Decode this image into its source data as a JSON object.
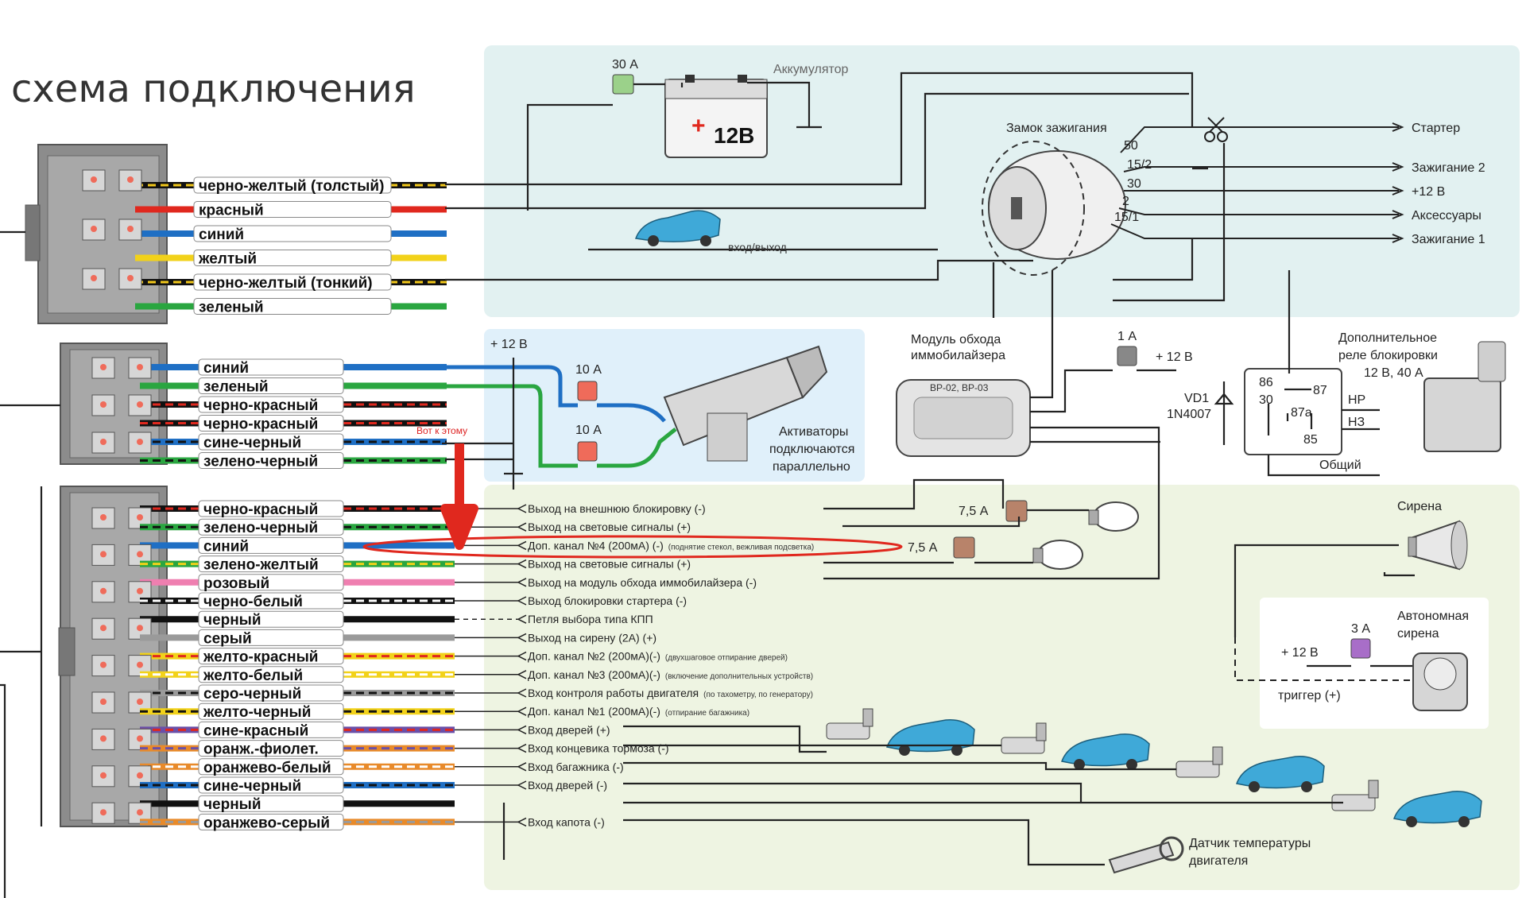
{
  "title": "схема подключения",
  "colors": {
    "panel_blue": "#e2f1f1",
    "panel_blue_light": "#e0f0fa",
    "panel_green": "#eef4e2",
    "alert_red": "#e0281e"
  },
  "connector1_wires": [
    {
      "label": "черно-желтый (толстый)",
      "colors": [
        "#111111",
        "#f2c81a"
      ]
    },
    {
      "label": "красный",
      "colors": [
        "#e0281e"
      ]
    },
    {
      "label": "синий",
      "colors": [
        "#1f6fc4"
      ]
    },
    {
      "label": "желтый",
      "colors": [
        "#f2d21a"
      ]
    },
    {
      "label": "черно-желтый (тонкий)",
      "colors": [
        "#111111",
        "#f2c81a"
      ]
    },
    {
      "label": "зеленый",
      "colors": [
        "#2aa640"
      ]
    }
  ],
  "connector2_wires": [
    {
      "label": "синий",
      "colors": [
        "#1f6fc4"
      ]
    },
    {
      "label": "зеленый",
      "colors": [
        "#2aa640"
      ]
    },
    {
      "label": "черно-красный",
      "colors": [
        "#111111",
        "#e0281e"
      ]
    },
    {
      "label": "черно-красный",
      "colors": [
        "#111111",
        "#e0281e"
      ]
    },
    {
      "label": "сине-черный",
      "colors": [
        "#1f6fc4",
        "#111111"
      ]
    },
    {
      "label": "зелено-черный",
      "colors": [
        "#2aa640",
        "#111111"
      ]
    }
  ],
  "connector3_wires": [
    {
      "label": "черно-красный",
      "colors": [
        "#111111",
        "#e0281e"
      ],
      "desc": "Выход на  внешнюю блокировку (-)",
      "note": ""
    },
    {
      "label": "зелено-черный",
      "colors": [
        "#2aa640",
        "#111111"
      ],
      "desc": "Выход на световые сигналы (+)",
      "note": ""
    },
    {
      "label": "синий",
      "colors": [
        "#1f6fc4"
      ],
      "desc": "Доп. канал №4 (200мА) (-)",
      "note": "(поднятие стекол, вежливая подсветка)"
    },
    {
      "label": "зелено-желтый",
      "colors": [
        "#2aa640",
        "#f2d21a"
      ],
      "desc": "Выход на световые сигналы (+)",
      "note": ""
    },
    {
      "label": "розовый",
      "colors": [
        "#ef7fb0"
      ],
      "desc": "Выход на модуль обхода иммобилайзера (-)",
      "note": ""
    },
    {
      "label": "черно-белый",
      "colors": [
        "#111111",
        "#ffffff"
      ],
      "desc": "Выход блокировки стартера (-)",
      "note": ""
    },
    {
      "label": "черный",
      "colors": [
        "#111111"
      ],
      "desc": "Петля выбора типа КПП",
      "note": ""
    },
    {
      "label": "серый",
      "colors": [
        "#9a9a9a"
      ],
      "desc": "Выход на сирену (2А) (+)",
      "note": ""
    },
    {
      "label": "желто-красный",
      "colors": [
        "#f2d21a",
        "#e0281e"
      ],
      "desc": "Доп. канал №2 (200мА)(-)",
      "note": "(двухшаговое отпирание дверей)"
    },
    {
      "label": "желто-белый",
      "colors": [
        "#f2d21a",
        "#ffffff"
      ],
      "desc": "Доп. канал №3 (200мА)(-)",
      "note": "(включение дополнительных устройств)"
    },
    {
      "label": "серо-черный",
      "colors": [
        "#9a9a9a",
        "#111111"
      ],
      "desc": "Вход контроля работы двигателя",
      "note": "(по тахометру, по генератору)"
    },
    {
      "label": "желто-черный",
      "colors": [
        "#f2d21a",
        "#111111"
      ],
      "desc": "Доп. канал №1 (200мА)(-)",
      "note": "(отпирание багажника)"
    },
    {
      "label": "сине-красный",
      "colors": [
        "#6a4fa8",
        "#e0281e"
      ],
      "desc": "Вход дверей (+)",
      "note": ""
    },
    {
      "label": "оранж.-фиолет.",
      "colors": [
        "#e88a2a",
        "#6a4fa8"
      ],
      "desc": "Вход концевика тормоза (-)",
      "note": ""
    },
    {
      "label": "оранжево-белый",
      "colors": [
        "#e88a2a",
        "#ffffff"
      ],
      "desc": "Вход багажника (-)",
      "note": ""
    },
    {
      "label": "сине-черный",
      "colors": [
        "#1f6fc4",
        "#111111"
      ],
      "desc": "Вход дверей (-)",
      "note": ""
    },
    {
      "label": "черный",
      "colors": [
        "#111111"
      ],
      "desc": "",
      "note": ""
    },
    {
      "label": "оранжево-серый",
      "colors": [
        "#e88a2a",
        "#9a9a9a"
      ],
      "desc": "Вход капота (-)",
      "note": ""
    }
  ],
  "ignition_outputs": [
    {
      "pin": "50",
      "label": "Стартер"
    },
    {
      "pin": "15/2",
      "label": "Зажигание 2"
    },
    {
      "pin": "30",
      "label": "+12 В"
    },
    {
      "pin": "2",
      "label": "Аксессуары"
    },
    {
      "pin": "15/1",
      "label": "Зажигание 1"
    }
  ],
  "labels": {
    "battery": "Аккумулятор",
    "battery_voltage": "12В",
    "battery_plus": "+",
    "fuse_30": "30 А",
    "ignition_lock": "Замок зажигания",
    "in_out": "вход/выход",
    "plus12": "+ 12 В",
    "fuse_10a": "10 А",
    "fuse_10b": "10 А",
    "actuators": [
      "Активаторы",
      "подключаются",
      "параллельно"
    ],
    "note_red": "Вот к этому",
    "immo_module": [
      "Модуль обхода",
      "иммобилайзера"
    ],
    "immo_model": "BP-02, BP-03",
    "fuse_1a": "1 А",
    "plus12_relay": "+ 12 В",
    "vd1": "VD1",
    "diode": "1N4007",
    "relay_title": [
      "Дополнительное",
      "реле блокировки",
      "12 В, 40 А"
    ],
    "relay_pins": [
      "86",
      "87",
      "30",
      "87a",
      "85"
    ],
    "relay_nr": "НР",
    "relay_nz": "НЗ",
    "relay_common": "Общий",
    "siren": "Сирена",
    "fuse_75a": "7,5 А",
    "fuse_75b": "7,5 А",
    "auto_siren": [
      "Автономная",
      "сирена"
    ],
    "fuse_3a": "3 А",
    "plus12_siren": "+ 12 В",
    "trigger": "триггер (+)",
    "temp_sensor": [
      "Датчик температуры",
      "двигателя"
    ]
  }
}
